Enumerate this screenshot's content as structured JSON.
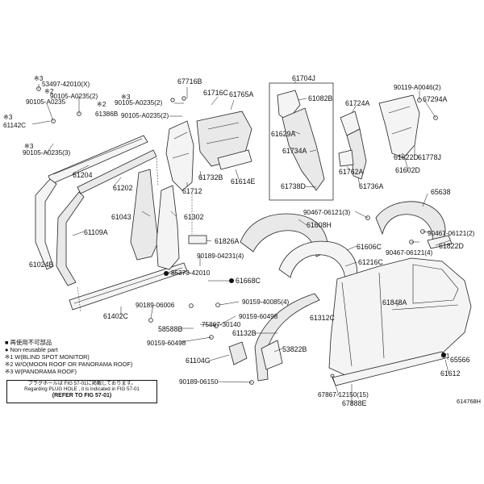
{
  "labels": [
    {
      "id": "p67716b",
      "text": "67716B"
    },
    {
      "id": "p61716c",
      "text": "61716C"
    },
    {
      "id": "p61765a",
      "text": "61765A"
    },
    {
      "id": "p61704j",
      "text": "61704J"
    },
    {
      "id": "p61082b",
      "text": "61082B"
    },
    {
      "id": "p61724a",
      "text": "61724A"
    },
    {
      "id": "p90119",
      "text": "90119-A0046(2)"
    },
    {
      "id": "p67294a",
      "text": "67294A"
    },
    {
      "id": "p53497",
      "text": "※3"
    },
    {
      "id": "p53497b",
      "text": "53497-42010(X)"
    },
    {
      "id": "p90105a",
      "text": "※2"
    },
    {
      "id": "p90105a2",
      "text": "90105-A0235(2)"
    },
    {
      "id": "p90105b",
      "text": "90105-A0235"
    },
    {
      "id": "p61386b",
      "text": "61386B"
    },
    {
      "id": "p90105c",
      "text": "90105-A0235(2)"
    },
    {
      "id": "p90105d",
      "text": "90105-A0235(2)"
    },
    {
      "id": "p61142c",
      "text": "61142C"
    },
    {
      "id": "p61629a",
      "text": "61629A"
    },
    {
      "id": "p61734a",
      "text": "61734A"
    },
    {
      "id": "p61622d",
      "text": "61622D"
    },
    {
      "id": "p61778j",
      "text": "61778J"
    },
    {
      "id": "p61602d",
      "text": "61602D"
    },
    {
      "id": "p90105e",
      "text": "90105-A0235(3)"
    },
    {
      "id": "p61762a",
      "text": "61762A"
    },
    {
      "id": "p61732b",
      "text": "61732B"
    },
    {
      "id": "p61614e",
      "text": "61614E"
    },
    {
      "id": "p61204",
      "text": "61204"
    },
    {
      "id": "p61202",
      "text": "61202"
    },
    {
      "id": "p61712",
      "text": "61712"
    },
    {
      "id": "p61738d",
      "text": "61738D"
    },
    {
      "id": "p61736a",
      "text": "61736A"
    },
    {
      "id": "p65638",
      "text": "65638"
    },
    {
      "id": "p61043",
      "text": "61043"
    },
    {
      "id": "p61302",
      "text": "61302"
    },
    {
      "id": "p90467a",
      "text": "90467-06121(3)"
    },
    {
      "id": "p61608h",
      "text": "61608H"
    },
    {
      "id": "p61109a",
      "text": "61109A"
    },
    {
      "id": "p61826a",
      "text": "61826A"
    },
    {
      "id": "p90467b",
      "text": "90467-06121(2)"
    },
    {
      "id": "p90189a",
      "text": "90189-04231(4)"
    },
    {
      "id": "p61606c",
      "text": "61606C"
    },
    {
      "id": "p90467c",
      "text": "90467-06121(4)"
    },
    {
      "id": "p61822d",
      "text": "61822D"
    },
    {
      "id": "p61024b",
      "text": "61024B"
    },
    {
      "id": "p61216c",
      "text": "61216C"
    },
    {
      "id": "p85373",
      "text": "85373-42010"
    },
    {
      "id": "p61668c",
      "text": "61668C"
    },
    {
      "id": "p90159a",
      "text": "90159-40085(4)"
    },
    {
      "id": "p90189b",
      "text": "90189-06006"
    },
    {
      "id": "p61848a",
      "text": "61848A"
    },
    {
      "id": "p61402c",
      "text": "61402C"
    },
    {
      "id": "p90159b",
      "text": "90159-60498"
    },
    {
      "id": "p61312c",
      "text": "61312C"
    },
    {
      "id": "p75867",
      "text": "75867-30140"
    },
    {
      "id": "p58588b",
      "text": "58588B"
    },
    {
      "id": "p61132b",
      "text": "61132B"
    },
    {
      "id": "p90159c",
      "text": "90159-60498"
    },
    {
      "id": "p53822b",
      "text": "53822B"
    },
    {
      "id": "p61104g",
      "text": "61104G"
    },
    {
      "id": "p65566",
      "text": "65566"
    },
    {
      "id": "p61612",
      "text": "61612"
    },
    {
      "id": "p90189c",
      "text": "90189-06150"
    },
    {
      "id": "p67867",
      "text": "67867-12150(15)"
    },
    {
      "id": "p67888e",
      "text": "67888E"
    }
  ],
  "notes": {
    "line1": "■ 再使用不可部品",
    "line2": "● Non-reusable part",
    "line3": "※1 W(BLIND SPOT MONITOR)",
    "line4": "※2 W/O(MOON ROOF OR PANORAMA ROOF)",
    "line5": "※3 W(PANORAMA ROOF)"
  },
  "refbox": {
    "jp": "プラグホールは FIG 57-01に掲載しております。",
    "en1": "Regarding  PLUG  HOLE , it is indicated in  FIG  57-01",
    "en2": "(REFER TO FIG 57-01)"
  },
  "figure_id": "614768H"
}
